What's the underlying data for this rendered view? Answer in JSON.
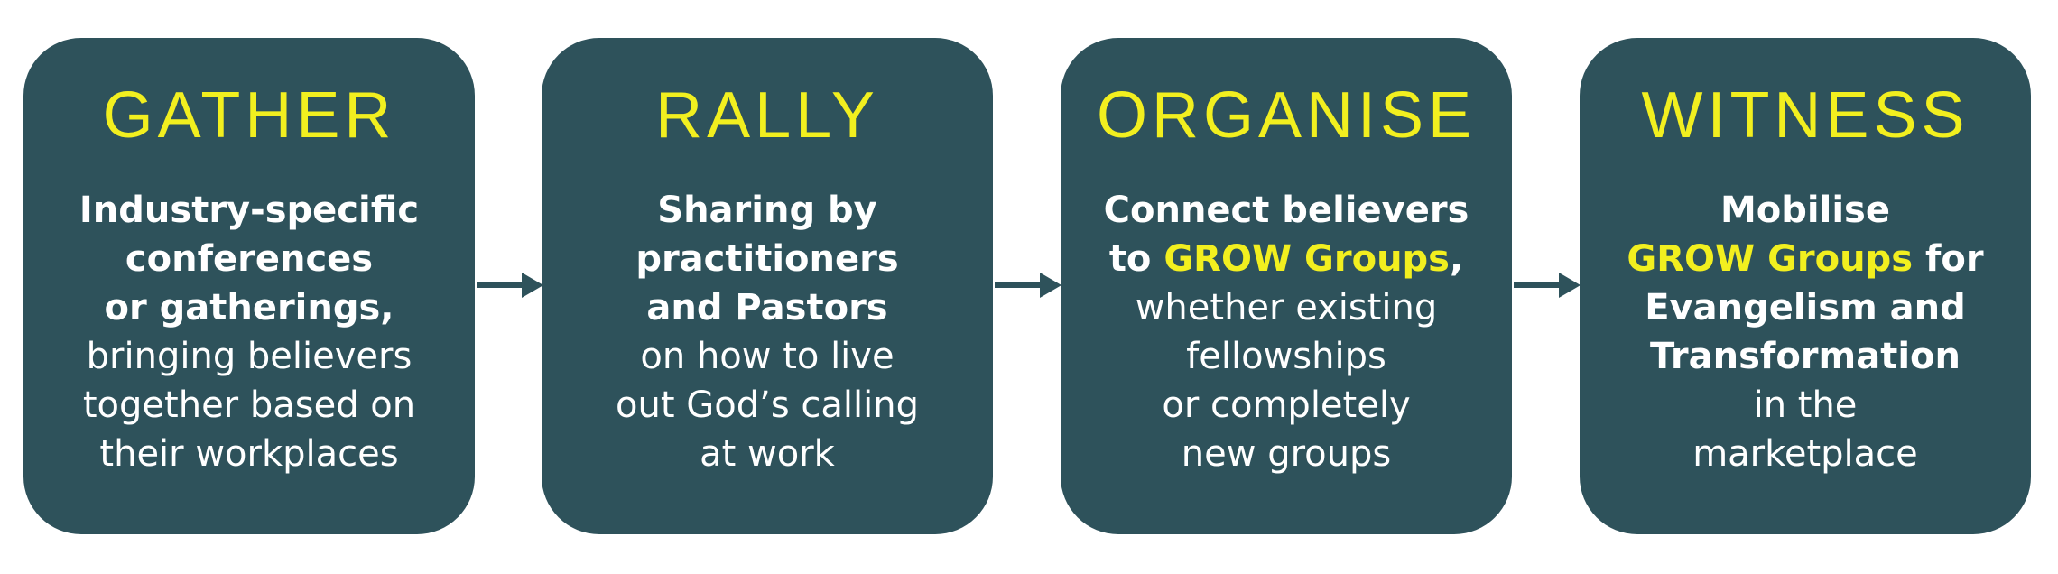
{
  "colors": {
    "card_bg": "#2e525b",
    "title": "#f2ef1f",
    "highlight": "#f2ef1f",
    "text": "#ffffff",
    "arrow": "#2e525b"
  },
  "steps": [
    {
      "title": "GATHER",
      "lines": [
        [
          {
            "t": "Industry-specific",
            "s": "b"
          }
        ],
        [
          {
            "t": "conferences",
            "s": "b"
          }
        ],
        [
          {
            "t": "or gatherings,",
            "s": "b"
          }
        ],
        [
          {
            "t": "bringing believers",
            "s": "n"
          }
        ],
        [
          {
            "t": "together based on",
            "s": "n"
          }
        ],
        [
          {
            "t": "their workplaces",
            "s": "n"
          }
        ]
      ]
    },
    {
      "title": "RALLY",
      "lines": [
        [
          {
            "t": "Sharing by",
            "s": "b"
          }
        ],
        [
          {
            "t": "practitioners",
            "s": "b"
          }
        ],
        [
          {
            "t": "and Pastors",
            "s": "b"
          }
        ],
        [
          {
            "t": "on how to live",
            "s": "n"
          }
        ],
        [
          {
            "t": "out God’s calling",
            "s": "n"
          }
        ],
        [
          {
            "t": "at work",
            "s": "n"
          }
        ]
      ]
    },
    {
      "title": "ORGANISE",
      "lines": [
        [
          {
            "t": "Connect believers",
            "s": "b"
          }
        ],
        [
          {
            "t": "to ",
            "s": "b"
          },
          {
            "t": "GROW Groups",
            "s": "hl"
          },
          {
            "t": ",",
            "s": "b"
          }
        ],
        [
          {
            "t": "whether existing",
            "s": "n"
          }
        ],
        [
          {
            "t": "fellowships",
            "s": "n"
          }
        ],
        [
          {
            "t": "or completely",
            "s": "n"
          }
        ],
        [
          {
            "t": "new groups",
            "s": "n"
          }
        ]
      ]
    },
    {
      "title": "WITNESS",
      "lines": [
        [
          {
            "t": "Mobilise",
            "s": "b"
          }
        ],
        [
          {
            "t": "GROW Groups",
            "s": "hl"
          },
          {
            "t": " for",
            "s": "b"
          }
        ],
        [
          {
            "t": "Evangelism and",
            "s": "b"
          }
        ],
        [
          {
            "t": "Transformation",
            "s": "b"
          }
        ],
        [
          {
            "t": "in the",
            "s": "n"
          }
        ],
        [
          {
            "t": "marketplace",
            "s": "n"
          }
        ]
      ]
    }
  ]
}
